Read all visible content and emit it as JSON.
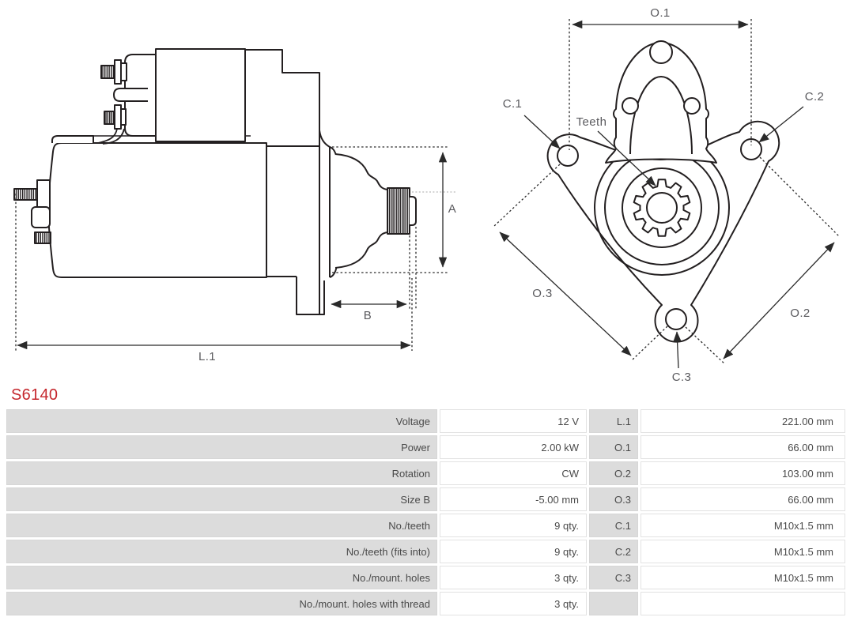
{
  "part_number": "S6140",
  "brand_color": "#c5272d",
  "drawing": {
    "labels": {
      "a": "A",
      "b": "B",
      "l1": "L.1",
      "o1": "O.1",
      "o2": "O.2",
      "o3": "O.3",
      "c1": "C.1",
      "c2": "C.2",
      "c3": "C.3",
      "teeth": "Teeth"
    }
  },
  "spec_table": {
    "rows": [
      {
        "label": "Voltage",
        "value": "12 V",
        "code": "L.1",
        "code_value": "221.00 mm"
      },
      {
        "label": "Power",
        "value": "2.00 kW",
        "code": "O.1",
        "code_value": "66.00 mm"
      },
      {
        "label": "Rotation",
        "value": "CW",
        "code": "O.2",
        "code_value": "103.00 mm"
      },
      {
        "label": "Size B",
        "value": "-5.00 mm",
        "code": "O.3",
        "code_value": "66.00 mm"
      },
      {
        "label": "No./teeth",
        "value": "9 qty.",
        "code": "C.1",
        "code_value": "M10x1.5 mm"
      },
      {
        "label": "No./teeth (fits into)",
        "value": "9 qty.",
        "code": "C.2",
        "code_value": "M10x1.5 mm"
      },
      {
        "label": "No./mount. holes",
        "value": "3 qty.",
        "code": "C.3",
        "code_value": "M10x1.5 mm"
      },
      {
        "label": "No./mount. holes with thread",
        "value": "3 qty.",
        "code": "",
        "code_value": ""
      }
    ]
  }
}
